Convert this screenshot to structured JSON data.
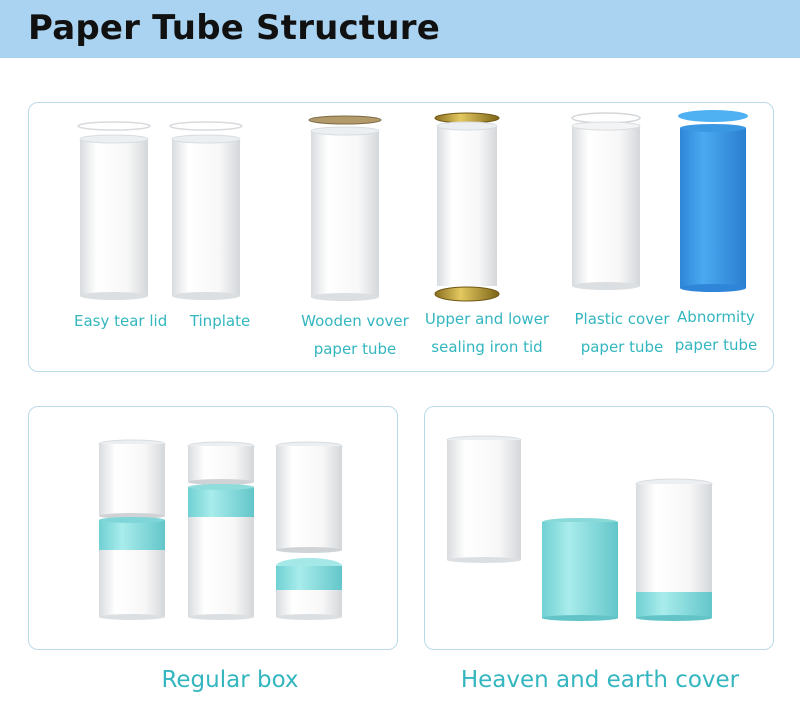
{
  "header": {
    "title": "Paper Tube Structure",
    "bar_color": "#a9d3f0"
  },
  "colors": {
    "accent": "#33b6bf",
    "teal_band": "#8fdede",
    "blue_tube": "#3e9be8",
    "gold_lid": "#c7a93f"
  },
  "structures": [
    {
      "line1": "Easy tear lid",
      "line2": "",
      "icon": "tube-easy-tear-lid-icon"
    },
    {
      "line1": "Tinplate",
      "line2": "",
      "icon": "tube-tinplate-icon"
    },
    {
      "line1": "Wooden vover",
      "line2": "paper tube",
      "icon": "tube-wooden-cover-icon"
    },
    {
      "line1": "Upper and lower",
      "line2": "sealing iron tid",
      "icon": "tube-iron-lid-icon"
    },
    {
      "line1": "Plastic cover",
      "line2": "paper tube",
      "icon": "tube-plastic-cover-icon"
    },
    {
      "line1": "Abnormity",
      "line2": "paper tube",
      "icon": "tube-abnormity-icon"
    }
  ],
  "captions": {
    "regular": "Regular box",
    "heaven_earth": "Heaven and earth cover"
  }
}
